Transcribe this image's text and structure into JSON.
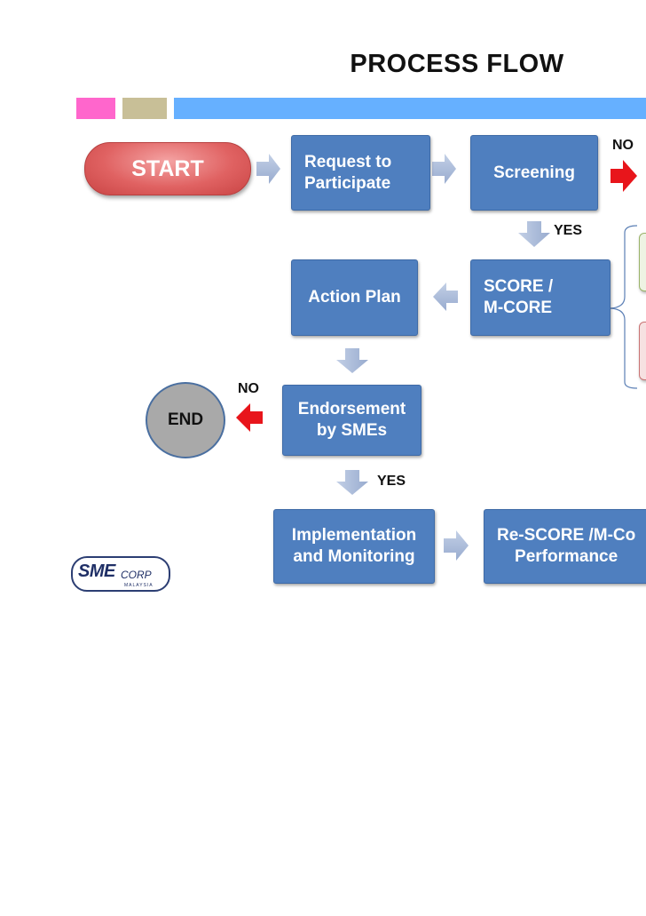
{
  "title": "PROCESS FLOW",
  "colors": {
    "box_fill": "#4f7fbf",
    "arrow_gray": "#a9bad8",
    "arrow_red": "#e8151b",
    "start_fill": "#e06262",
    "end_fill": "#a9a9a9",
    "bar_pink": "#ff66cc",
    "bar_tan": "#c8bf97",
    "bar_blue": "#66b0ff"
  },
  "nodes": {
    "start": "START",
    "request": "Request to\nParticipate",
    "screening": "Screening",
    "action_plan": "Action Plan",
    "score": "SCORE /\nM-CORE",
    "end": "END",
    "endorsement": "Endorsement\nby SMEs",
    "implementation": "Implementation\nand Monitoring",
    "rescore": "Re-SCORE /M-Co\nPerformance"
  },
  "labels": {
    "no_top": "NO",
    "yes_screening": "YES",
    "no_end": "NO",
    "yes_endorsement": "YES"
  },
  "logo": {
    "brand_main": "SME",
    "brand_sub": "CORP",
    "country": "MALAYSIA"
  }
}
